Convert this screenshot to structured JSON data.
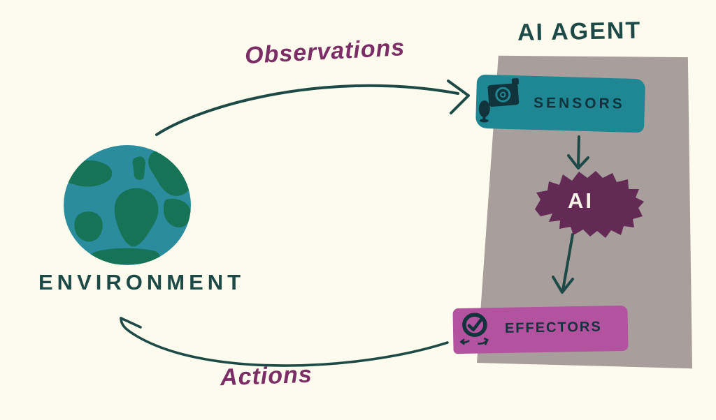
{
  "diagram": {
    "title": "AI AGENT",
    "environment_label": "ENVIRONMENT",
    "sensors_label": "SENSORS",
    "ai_label": "AI",
    "effectors_label": "EFFECTORS",
    "observations_label": "Observations",
    "actions_label": "Actions"
  },
  "icons": {
    "sensors": [
      "camera-icon",
      "microphone-icon"
    ],
    "effectors": "dial-check-icon",
    "environment": "globe-earth-icon"
  },
  "colors": {
    "background": "#fcfbee",
    "panel-gray": "#a89e9b",
    "teal": "#1f8794",
    "magenta": "#b3529e",
    "plum": "#632a55",
    "ink": "#1d4a47",
    "ink-dark": "#11333c",
    "script-purple": "#7b2e66",
    "ocean": "#2b8c9d",
    "land": "#177356",
    "ai-text": "#f8f4e9"
  }
}
